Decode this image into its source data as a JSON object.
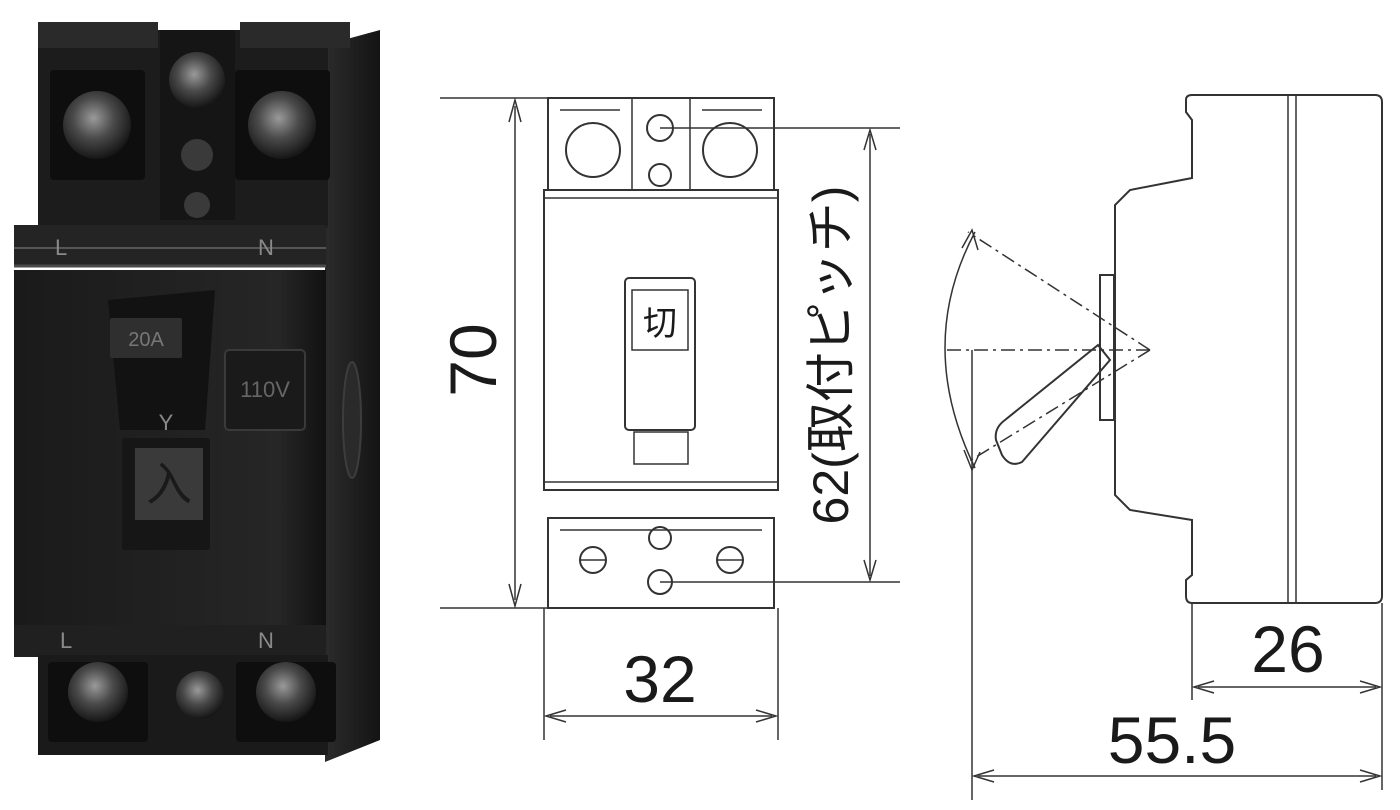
{
  "photo": {
    "terminal_top_left": "L",
    "terminal_top_right": "N",
    "terminal_bottom_left": "L",
    "terminal_bottom_right": "N",
    "rating_label": "20A",
    "voltage_label": "110V",
    "switch_text": "入",
    "switch_arrow": "Y"
  },
  "front_view": {
    "height_dim": "70",
    "width_dim": "32",
    "pitch_dim": "62(取付ピッチ)",
    "switch_text": "切"
  },
  "side_view": {
    "depth_dim": "26",
    "total_depth_dim": "55.5"
  },
  "colors": {
    "body": "#1e1e1e",
    "line": "#333333"
  }
}
